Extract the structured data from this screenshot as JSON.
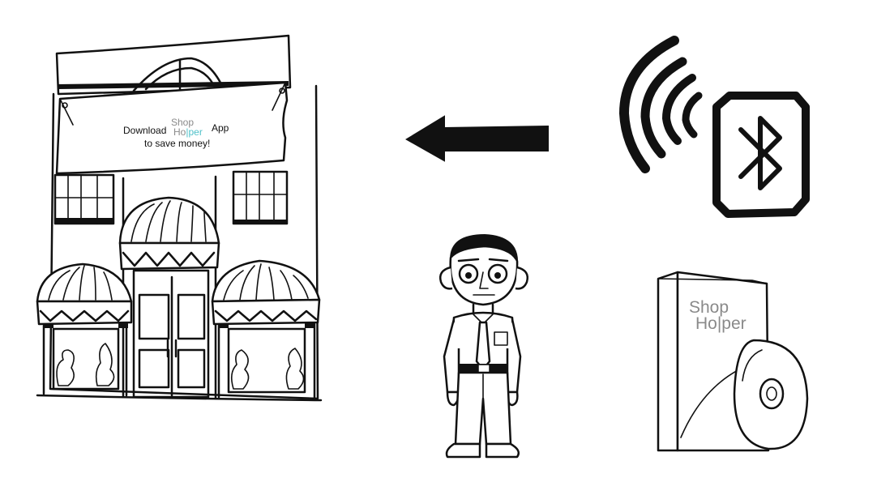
{
  "banner": {
    "line1_prefix": "Download",
    "brand_top": "Shop",
    "brand_bottom_a": "Ho",
    "brand_bottom_b": "|",
    "brand_bottom_c": "per",
    "line1_suffix": "App",
    "line2": "to save money!"
  },
  "software_box": {
    "brand_top": "Shop",
    "brand_bottom": "Ho|per"
  },
  "icons": {
    "storefront": "storefront-illustration",
    "arrow": "arrow-left-icon",
    "signal": "wireless-signal-icon",
    "bluetooth": "bluetooth-icon",
    "person": "person-illustration",
    "box": "software-box-illustration",
    "disc": "cd-disc-icon"
  },
  "colors": {
    "ink": "#111111",
    "brand_teal": "#4fc1c9",
    "brand_gray": "#8a8a8a",
    "background": "#ffffff"
  }
}
